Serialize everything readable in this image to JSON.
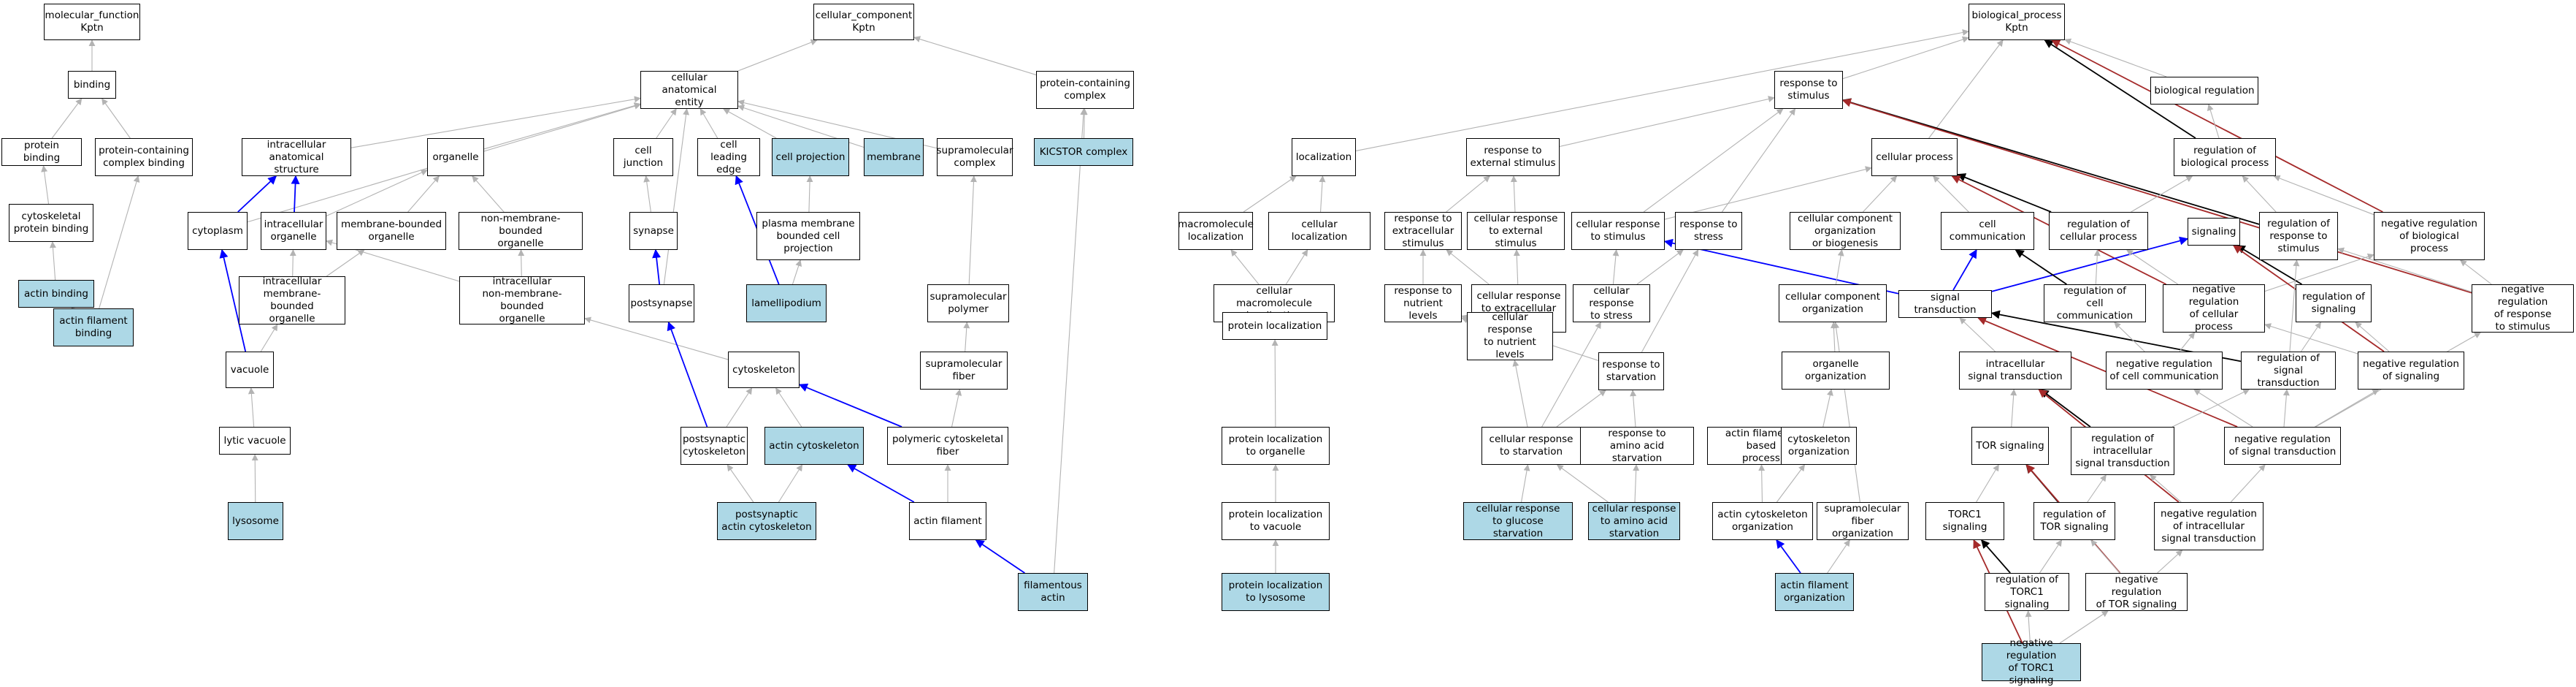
{
  "colors": {
    "default_edge": "#b3b3b3",
    "blue_edge": "#0000ff",
    "black_edge": "#000000",
    "red_edge": "#a52a2a",
    "highlight": "#add8e6"
  },
  "nodes": [
    {
      "id": "mf_kptn",
      "label": "molecular_function\nKptn"
    },
    {
      "id": "binding",
      "label": "binding"
    },
    {
      "id": "protein_binding",
      "label": "protein binding"
    },
    {
      "id": "pc_complex_binding",
      "label": "protein-containing\ncomplex binding"
    },
    {
      "id": "cytoskeletal_pb",
      "label": "cytoskeletal\nprotein binding"
    },
    {
      "id": "actin_binding",
      "label": "actin binding",
      "hl": true
    },
    {
      "id": "actin_filament_binding",
      "label": "actin filament\nbinding",
      "hl": true
    },
    {
      "id": "cc_kptn",
      "label": "cellular_component\nKptn"
    },
    {
      "id": "cae",
      "label": "cellular anatomical\nentity"
    },
    {
      "id": "pc_complex",
      "label": "protein-containing\ncomplex"
    },
    {
      "id": "kicstor",
      "label": "KICSTOR complex",
      "hl": true
    },
    {
      "id": "intracellular_as",
      "label": "intracellular\nanatomical structure"
    },
    {
      "id": "organelle",
      "label": "organelle"
    },
    {
      "id": "cell_junction",
      "label": "cell junction"
    },
    {
      "id": "cell_leading_edge",
      "label": "cell leading\nedge"
    },
    {
      "id": "cell_projection",
      "label": "cell projection",
      "hl": true
    },
    {
      "id": "membrane",
      "label": "membrane",
      "hl": true
    },
    {
      "id": "supramolecular_complex",
      "label": "supramolecular\ncomplex"
    },
    {
      "id": "cytoplasm",
      "label": "cytoplasm"
    },
    {
      "id": "intracellular_organelle",
      "label": "intracellular\norganelle"
    },
    {
      "id": "membrane_bounded_org",
      "label": "membrane-bounded\norganelle"
    },
    {
      "id": "non_membrane_bounded_org",
      "label": "non-membrane-bounded\norganelle"
    },
    {
      "id": "synapse",
      "label": "synapse"
    },
    {
      "id": "pm_bounded_cp",
      "label": "plasma membrane\nbounded cell\nprojection"
    },
    {
      "id": "supramolecular_polymer",
      "label": "supramolecular\npolymer"
    },
    {
      "id": "intracellular_mbo",
      "label": "intracellular\nmembrane-bounded\norganelle"
    },
    {
      "id": "intracellular_nmbo",
      "label": "intracellular\nnon-membrane-bounded\norganelle"
    },
    {
      "id": "postsynapse",
      "label": "postsynapse"
    },
    {
      "id": "lamellipodium",
      "label": "lamellipodium",
      "hl": true
    },
    {
      "id": "vacuole",
      "label": "vacuole"
    },
    {
      "id": "cytoskeleton",
      "label": "cytoskeleton"
    },
    {
      "id": "supramolecular_fiber",
      "label": "supramolecular\nfiber"
    },
    {
      "id": "lytic_vacuole",
      "label": "lytic vacuole"
    },
    {
      "id": "postsynaptic_cytoskeleton",
      "label": "postsynaptic\ncytoskeleton"
    },
    {
      "id": "actin_cytoskeleton",
      "label": "actin cytoskeleton",
      "hl": true
    },
    {
      "id": "polymeric_csf",
      "label": "polymeric cytoskeletal\nfiber"
    },
    {
      "id": "lysosome",
      "label": "lysosome",
      "hl": true
    },
    {
      "id": "postsynaptic_actin_cs",
      "label": "postsynaptic\nactin cytoskeleton",
      "hl": true
    },
    {
      "id": "actin_filament",
      "label": "actin filament"
    },
    {
      "id": "filamentous_actin",
      "label": "filamentous\nactin",
      "hl": true
    },
    {
      "id": "bp_kptn",
      "label": "biological_process\nKptn"
    },
    {
      "id": "response_to_stimulus",
      "label": "response to\nstimulus"
    },
    {
      "id": "biological_regulation",
      "label": "biological regulation"
    },
    {
      "id": "localization",
      "label": "localization"
    },
    {
      "id": "response_ext_stimulus",
      "label": "response to\nexternal stimulus"
    },
    {
      "id": "cellular_process",
      "label": "cellular process"
    },
    {
      "id": "regulation_bp",
      "label": "regulation of\nbiological process"
    },
    {
      "id": "macromolecule_localization",
      "label": "macromolecule\nlocalization"
    },
    {
      "id": "cellular_localization",
      "label": "cellular localization"
    },
    {
      "id": "response_extracellular_stimulus",
      "label": "response to\nextracellular\nstimulus"
    },
    {
      "id": "cr_external_stimulus",
      "label": "cellular response\nto external\nstimulus"
    },
    {
      "id": "cr_stimulus",
      "label": "cellular response\nto stimulus"
    },
    {
      "id": "response_stress",
      "label": "response to\nstress"
    },
    {
      "id": "cc_organization_biogenesis",
      "label": "cellular component\norganization\nor biogenesis"
    },
    {
      "id": "cell_communication",
      "label": "cell communication"
    },
    {
      "id": "regulation_cp",
      "label": "regulation of\ncellular process"
    },
    {
      "id": "signaling",
      "label": "signaling"
    },
    {
      "id": "regulation_response_stimulus",
      "label": "regulation of\nresponse to\nstimulus"
    },
    {
      "id": "neg_reg_bp",
      "label": "negative regulation\nof biological\nprocess"
    },
    {
      "id": "cellular_macromolecule_localization",
      "label": "cellular macromolecule\nlocalization"
    },
    {
      "id": "response_nutrient_levels",
      "label": "response to\nnutrient levels"
    },
    {
      "id": "cr_extracellular_stimulus",
      "label": "cellular response\nto extracellular\nstimulus"
    },
    {
      "id": "cr_stress",
      "label": "cellular response\nto stress"
    },
    {
      "id": "cc_organization",
      "label": "cellular component\norganization"
    },
    {
      "id": "signal_transduction",
      "label": "signal transduction"
    },
    {
      "id": "regulation_cell_communication",
      "label": "regulation of\ncell communication"
    },
    {
      "id": "neg_reg_cp",
      "label": "negative regulation\nof cellular\nprocess"
    },
    {
      "id": "regulation_signaling",
      "label": "regulation of\nsignaling"
    },
    {
      "id": "neg_reg_response_stimulus",
      "label": "negative regulation\nof response\nto stimulus"
    },
    {
      "id": "protein_localization",
      "label": "protein localization"
    },
    {
      "id": "cr_nutrient_levels",
      "label": "cellular response\nto nutrient\nlevels"
    },
    {
      "id": "response_starvation",
      "label": "response to\nstarvation"
    },
    {
      "id": "organelle_organization",
      "label": "organelle organization"
    },
    {
      "id": "intracellular_st",
      "label": "intracellular\nsignal transduction"
    },
    {
      "id": "neg_reg_cell_communication",
      "label": "negative regulation\nof cell communication"
    },
    {
      "id": "regulation_st",
      "label": "regulation of\nsignal transduction"
    },
    {
      "id": "neg_reg_signaling",
      "label": "negative regulation\nof signaling"
    },
    {
      "id": "protein_localization_organelle",
      "label": "protein localization\nto organelle"
    },
    {
      "id": "cr_starvation",
      "label": "cellular response\nto starvation"
    },
    {
      "id": "response_aa_starvation",
      "label": "response to\namino acid starvation"
    },
    {
      "id": "actin_filament_based_process",
      "label": "actin filament-based\nprocess"
    },
    {
      "id": "cytoskeleton_organization",
      "label": "cytoskeleton\norganization"
    },
    {
      "id": "tor_signaling",
      "label": "TOR signaling"
    },
    {
      "id": "regulation_intracellular_st",
      "label": "regulation of\nintracellular\nsignal transduction"
    },
    {
      "id": "neg_reg_st",
      "label": "negative regulation\nof signal transduction"
    },
    {
      "id": "protein_localization_vacuole",
      "label": "protein localization\nto vacuole"
    },
    {
      "id": "cr_glucose_starvation",
      "label": "cellular response\nto glucose starvation",
      "hl": true
    },
    {
      "id": "cr_aa_starvation",
      "label": "cellular response\nto amino acid\nstarvation",
      "hl": true
    },
    {
      "id": "actin_cytoskeleton_organization",
      "label": "actin cytoskeleton\norganization"
    },
    {
      "id": "supramolecular_fiber_organization",
      "label": "supramolecular\nfiber organization"
    },
    {
      "id": "torc1_signaling",
      "label": "TORC1 signaling"
    },
    {
      "id": "regulation_tor_signaling",
      "label": "regulation of\nTOR signaling"
    },
    {
      "id": "neg_reg_intracellular_st",
      "label": "negative regulation\nof intracellular\nsignal transduction"
    },
    {
      "id": "protein_localization_lysosome",
      "label": "protein localization\nto lysosome",
      "hl": true
    },
    {
      "id": "actin_filament_organization",
      "label": "actin filament\norganization",
      "hl": true
    },
    {
      "id": "regulation_torc1_signaling",
      "label": "regulation of\nTORC1 signaling"
    },
    {
      "id": "neg_reg_tor_signaling",
      "label": "negative regulation\nof TOR signaling"
    },
    {
      "id": "neg_reg_torc1_signaling",
      "label": "negative regulation\nof TORC1 signaling",
      "hl": true
    }
  ],
  "edges": [
    [
      "binding",
      "mf_kptn"
    ],
    [
      "protein_binding",
      "binding"
    ],
    [
      "pc_complex_binding",
      "binding"
    ],
    [
      "cytoskeletal_pb",
      "protein_binding"
    ],
    [
      "actin_binding",
      "cytoskeletal_pb"
    ],
    [
      "actin_filament_binding",
      "actin_binding"
    ],
    [
      "actin_filament_binding",
      "pc_complex_binding"
    ],
    [
      "cae",
      "cc_kptn"
    ],
    [
      "pc_complex",
      "cc_kptn"
    ],
    [
      "kicstor",
      "pc_complex"
    ],
    [
      "intracellular_as",
      "cae"
    ],
    [
      "organelle",
      "cae"
    ],
    [
      "cell_junction",
      "cae"
    ],
    [
      "cell_leading_edge",
      "cae"
    ],
    [
      "cell_projection",
      "cae"
    ],
    [
      "membrane",
      "cae"
    ],
    [
      "supramolecular_complex",
      "cae"
    ],
    [
      "cytoplasm",
      "cae"
    ],
    [
      "postsynapse",
      "cae"
    ],
    [
      "cytoplasm",
      "intracellular_as",
      "blue"
    ],
    [
      "intracellular_organelle",
      "intracellular_as",
      "blue"
    ],
    [
      "intracellular_organelle",
      "organelle"
    ],
    [
      "membrane_bounded_org",
      "organelle"
    ],
    [
      "non_membrane_bounded_org",
      "organelle"
    ],
    [
      "synapse",
      "cell_junction"
    ],
    [
      "lamellipodium",
      "cell_leading_edge",
      "blue"
    ],
    [
      "pm_bounded_cp",
      "cell_projection"
    ],
    [
      "supramolecular_polymer",
      "supramolecular_complex"
    ],
    [
      "intracellular_mbo",
      "intracellular_organelle"
    ],
    [
      "intracellular_mbo",
      "membrane_bounded_org"
    ],
    [
      "intracellular_nmbo",
      "intracellular_organelle"
    ],
    [
      "intracellular_nmbo",
      "non_membrane_bounded_org"
    ],
    [
      "postsynapse",
      "synapse",
      "blue"
    ],
    [
      "lamellipodium",
      "pm_bounded_cp"
    ],
    [
      "vacuole",
      "cytoplasm",
      "blue"
    ],
    [
      "vacuole",
      "intracellular_mbo"
    ],
    [
      "cytoskeleton",
      "intracellular_nmbo"
    ],
    [
      "supramolecular_fiber",
      "supramolecular_polymer"
    ],
    [
      "lytic_vacuole",
      "vacuole"
    ],
    [
      "postsynaptic_cytoskeleton",
      "cytoskeleton"
    ],
    [
      "postsynaptic_cytoskeleton",
      "postsynapse",
      "blue"
    ],
    [
      "actin_cytoskeleton",
      "cytoskeleton"
    ],
    [
      "polymeric_csf",
      "cytoskeleton",
      "blue"
    ],
    [
      "polymeric_csf",
      "supramolecular_fiber"
    ],
    [
      "lysosome",
      "lytic_vacuole"
    ],
    [
      "postsynaptic_actin_cs",
      "postsynaptic_cytoskeleton"
    ],
    [
      "postsynaptic_actin_cs",
      "actin_cytoskeleton"
    ],
    [
      "actin_filament",
      "actin_cytoskeleton",
      "blue"
    ],
    [
      "actin_filament",
      "polymeric_csf"
    ],
    [
      "filamentous_actin",
      "actin_filament",
      "blue"
    ],
    [
      "filamentous_actin",
      "pc_complex"
    ],
    [
      "response_to_stimulus",
      "bp_kptn"
    ],
    [
      "biological_regulation",
      "bp_kptn"
    ],
    [
      "localization",
      "bp_kptn"
    ],
    [
      "cellular_process",
      "bp_kptn"
    ],
    [
      "regulation_bp",
      "bp_kptn",
      "black"
    ],
    [
      "neg_reg_bp",
      "bp_kptn",
      "red"
    ],
    [
      "regulation_bp",
      "biological_regulation"
    ],
    [
      "response_ext_stimulus",
      "response_to_stimulus"
    ],
    [
      "cr_stimulus",
      "response_to_stimulus"
    ],
    [
      "response_stress",
      "response_to_stimulus"
    ],
    [
      "regulation_response_stimulus",
      "response_to_stimulus",
      "black"
    ],
    [
      "neg_reg_response_stimulus",
      "response_to_stimulus",
      "red"
    ],
    [
      "macromolecule_localization",
      "localization"
    ],
    [
      "cellular_localization",
      "localization"
    ],
    [
      "response_extracellular_stimulus",
      "response_ext_stimulus"
    ],
    [
      "cr_external_stimulus",
      "response_ext_stimulus"
    ],
    [
      "cr_stimulus",
      "cellular_process"
    ],
    [
      "cc_organization_biogenesis",
      "cellular_process"
    ],
    [
      "cell_communication",
      "cellular_process"
    ],
    [
      "regulation_cp",
      "cellular_process",
      "black"
    ],
    [
      "neg_reg_cp",
      "cellular_process",
      "red"
    ],
    [
      "regulation_cp",
      "regulation_bp"
    ],
    [
      "regulation_response_stimulus",
      "regulation_bp"
    ],
    [
      "neg_reg_bp",
      "regulation_bp"
    ],
    [
      "cellular_macromolecule_localization",
      "macromolecule_localization"
    ],
    [
      "cellular_macromolecule_localization",
      "cellular_localization"
    ],
    [
      "response_nutrient_levels",
      "response_extracellular_stimulus"
    ],
    [
      "cr_extracellular_stimulus",
      "response_extracellular_stimulus"
    ],
    [
      "cr_extracellular_stimulus",
      "cr_external_stimulus"
    ],
    [
      "cr_stress",
      "cr_stimulus"
    ],
    [
      "cr_stress",
      "response_stress"
    ],
    [
      "signal_transduction",
      "cr_stimulus",
      "blue"
    ],
    [
      "signal_transduction",
      "cell_communication",
      "blue"
    ],
    [
      "signal_transduction",
      "signaling",
      "blue"
    ],
    [
      "cc_organization",
      "cc_organization_biogenesis"
    ],
    [
      "regulation_cell_communication",
      "cell_communication",
      "black"
    ],
    [
      "regulation_cell_communication",
      "regulation_cp"
    ],
    [
      "neg_reg_cp",
      "regulation_cp"
    ],
    [
      "neg_reg_cp",
      "neg_reg_bp"
    ],
    [
      "regulation_signaling",
      "signaling",
      "black"
    ],
    [
      "neg_reg_signaling",
      "signaling",
      "red"
    ],
    [
      "neg_reg_response_stimulus",
      "regulation_response_stimulus"
    ],
    [
      "neg_reg_response_stimulus",
      "neg_reg_bp"
    ],
    [
      "protein_localization",
      "cellular_macromolecule_localization"
    ],
    [
      "cr_nutrient_levels",
      "response_nutrient_levels"
    ],
    [
      "cr_nutrient_levels",
      "cr_extracellular_stimulus"
    ],
    [
      "response_starvation",
      "response_nutrient_levels"
    ],
    [
      "response_starvation",
      "response_stress"
    ],
    [
      "organelle_organization",
      "cc_organization"
    ],
    [
      "intracellular_st",
      "signal_transduction"
    ],
    [
      "regulation_st",
      "signal_transduction",
      "black"
    ],
    [
      "neg_reg_st",
      "signal_transduction",
      "red"
    ],
    [
      "neg_reg_cell_communication",
      "regulation_cell_communication"
    ],
    [
      "neg_reg_cell_communication",
      "neg_reg_cp"
    ],
    [
      "regulation_st",
      "regulation_signaling"
    ],
    [
      "regulation_st",
      "regulation_response_stimulus"
    ],
    [
      "neg_reg_signaling",
      "regulation_signaling"
    ],
    [
      "neg_reg_signaling",
      "neg_reg_cp"
    ],
    [
      "protein_localization_organelle",
      "protein_localization"
    ],
    [
      "cr_starvation",
      "cr_nutrient_levels"
    ],
    [
      "cr_starvation",
      "response_starvation"
    ],
    [
      "cr_starvation",
      "cr_stress"
    ],
    [
      "response_aa_starvation",
      "response_starvation"
    ],
    [
      "cytoskeleton_organization",
      "organelle_organization"
    ],
    [
      "tor_signaling",
      "intracellular_st"
    ],
    [
      "regulation_intracellular_st",
      "intracellular_st",
      "black"
    ],
    [
      "neg_reg_intracellular_st",
      "intracellular_st",
      "red"
    ],
    [
      "regulation_intracellular_st",
      "regulation_st"
    ],
    [
      "neg_reg_st",
      "regulation_st"
    ],
    [
      "neg_reg_st",
      "neg_reg_signaling"
    ],
    [
      "neg_reg_st",
      "neg_reg_response_stimulus"
    ],
    [
      "neg_reg_st",
      "neg_reg_cell_communication"
    ],
    [
      "protein_localization_vacuole",
      "protein_localization_organelle"
    ],
    [
      "cr_glucose_starvation",
      "cr_starvation"
    ],
    [
      "cr_aa_starvation",
      "cr_starvation"
    ],
    [
      "cr_aa_starvation",
      "response_aa_starvation"
    ],
    [
      "actin_cytoskeleton_organization",
      "actin_filament_based_process"
    ],
    [
      "actin_cytoskeleton_organization",
      "cytoskeleton_organization"
    ],
    [
      "supramolecular_fiber_organization",
      "cc_organization"
    ],
    [
      "torc1_signaling",
      "tor_signaling"
    ],
    [
      "regulation_tor_signaling",
      "tor_signaling",
      "black"
    ],
    [
      "neg_reg_tor_signaling",
      "tor_signaling",
      "red"
    ],
    [
      "regulation_tor_signaling",
      "regulation_intracellular_st"
    ],
    [
      "neg_reg_intracellular_st",
      "regulation_intracellular_st"
    ],
    [
      "neg_reg_intracellular_st",
      "neg_reg_st"
    ],
    [
      "protein_localization_lysosome",
      "protein_localization_vacuole"
    ],
    [
      "actin_filament_organization",
      "actin_cytoskeleton_organization",
      "blue"
    ],
    [
      "actin_filament_organization",
      "supramolecular_fiber_organization"
    ],
    [
      "regulation_torc1_signaling",
      "torc1_signaling",
      "black"
    ],
    [
      "regulation_torc1_signaling",
      "regulation_tor_signaling"
    ],
    [
      "neg_reg_tor_signaling",
      "regulation_tor_signaling"
    ],
    [
      "neg_reg_tor_signaling",
      "neg_reg_intracellular_st"
    ],
    [
      "neg_reg_torc1_signaling",
      "torc1_signaling",
      "red"
    ],
    [
      "neg_reg_torc1_signaling",
      "regulation_torc1_signaling"
    ],
    [
      "neg_reg_torc1_signaling",
      "neg_reg_tor_signaling"
    ]
  ]
}
